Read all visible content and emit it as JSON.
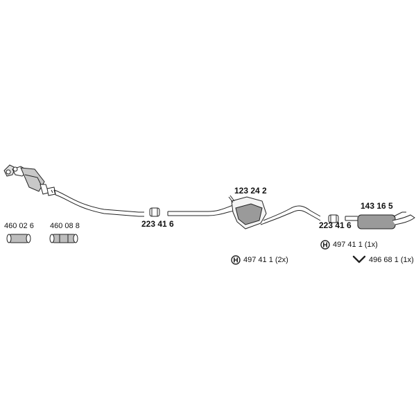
{
  "parts": {
    "front_pipe_clamp": "223 41 6",
    "center_muffler": "123 24 2",
    "rear_clamp": "223 41 6",
    "rear_muffler": "143 16 5",
    "gasket_small": "460 02 6",
    "gasket_large": "460 08 8"
  },
  "hardware": {
    "mount_a": "497 41 1 (2x)",
    "mount_b": "497 41 1 (1x)",
    "hanger_y": "496 68 1 (1x)"
  },
  "colors": {
    "line": "#222222",
    "fill": "#ffffff",
    "shade": "#9a9a9a"
  },
  "icons": [
    "mount-icon",
    "y-hanger-icon"
  ]
}
